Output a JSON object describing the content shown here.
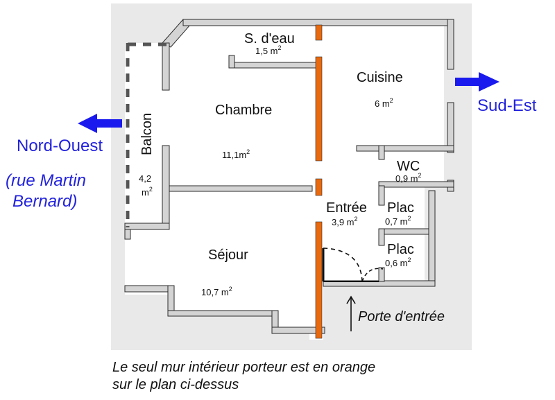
{
  "rooms": {
    "salle_deau": {
      "name": "S. d'eau",
      "area": "1,5 m",
      "unit_exp": "2"
    },
    "cuisine": {
      "name": "Cuisine",
      "area": "6 m",
      "unit_exp": "2"
    },
    "chambre": {
      "name": "Chambre",
      "area": "11,1m",
      "unit_exp": "2"
    },
    "balcon": {
      "name": "Balcon",
      "area_line1": "4,2",
      "area_line2": "m",
      "unit_exp": "2"
    },
    "wc": {
      "name": "WC",
      "area": "0,9 m",
      "unit_exp": "2"
    },
    "entree": {
      "name": "Entrée",
      "area": "3,9 m",
      "unit_exp": "2"
    },
    "placard_1": {
      "name": "Plac",
      "area": "0,7 m",
      "unit_exp": "2"
    },
    "placard_2": {
      "name": "Plac",
      "area": "0,6 m",
      "unit_exp": "2"
    },
    "sejour": {
      "name": "Séjour",
      "area": "10,7 m",
      "unit_exp": "2"
    }
  },
  "orientation": {
    "left": "Nord-Ouest",
    "right": "Sud-Est",
    "street_line1": "(rue Martin",
    "street_line2": "Bernard)"
  },
  "door": {
    "label": "Porte d'entrée"
  },
  "caption": {
    "line1": "Le seul mur intérieur porteur est en orange",
    "line2": "sur le plan ci-dessus"
  },
  "colors": {
    "bearing_wall": "#e86a10",
    "arrow": "#1a1aee",
    "paper": "#e9e9e9",
    "wall_fill": "#d4d4d4",
    "wall_edge": "#2a2a2a"
  }
}
